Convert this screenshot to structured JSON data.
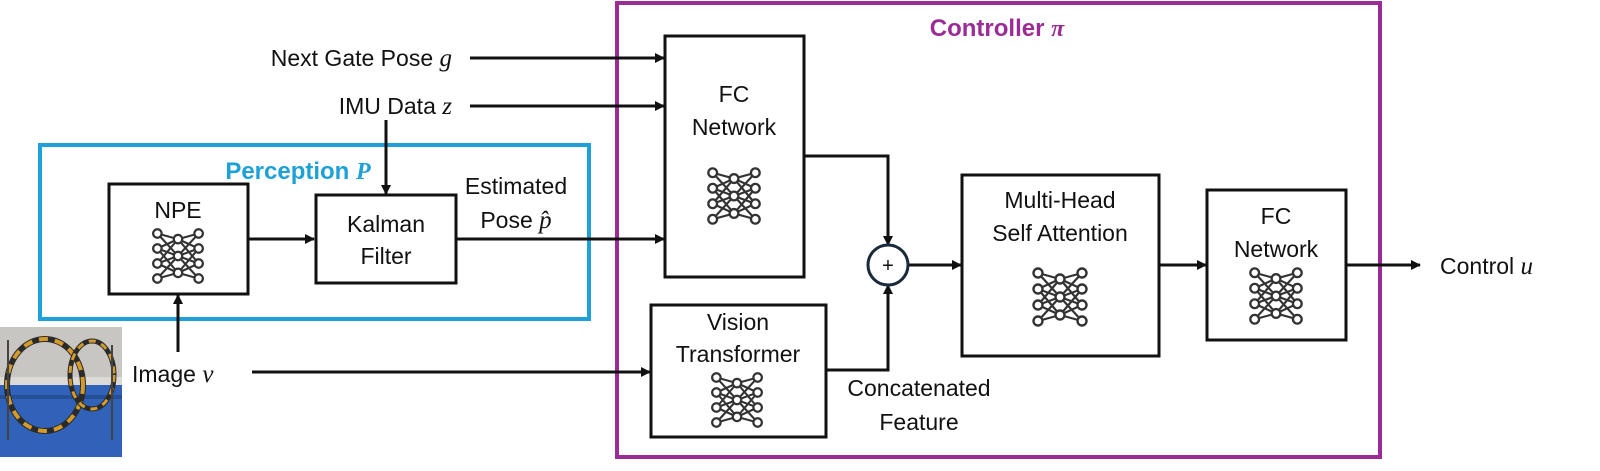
{
  "controller": {
    "title": "Controller",
    "symbol": "π",
    "color": "#9b2c96"
  },
  "perception": {
    "title": "Perception",
    "symbol": "P",
    "color": "#1ea1d8"
  },
  "inputs": {
    "next_gate_pose": {
      "text": "Next Gate Pose",
      "symbol": "g"
    },
    "imu_data": {
      "text": "IMU Data",
      "symbol": "z"
    },
    "image": {
      "text": "Image",
      "symbol": "v"
    }
  },
  "blocks": {
    "npe": "NPE",
    "kalman_line1": "Kalman",
    "kalman_line2": "Filter",
    "fc1_line1": "FC",
    "fc1_line2": "Network",
    "vit_line1": "Vision",
    "vit_line2": "Transformer",
    "mhsa_line1": "Multi-Head",
    "mhsa_line2": "Self Attention",
    "fc2_line1": "FC",
    "fc2_line2": "Network",
    "sum": "+"
  },
  "labels": {
    "estimated_line1": "Estimated",
    "estimated_line2": "Pose",
    "estimated_symbol": "p̂",
    "concat_line1": "Concatenated",
    "concat_line2": "Feature"
  },
  "output": {
    "text": "Control",
    "symbol": "u"
  },
  "icons": {
    "network": "neural-network-icon",
    "photo": "drone-gate-photo"
  }
}
